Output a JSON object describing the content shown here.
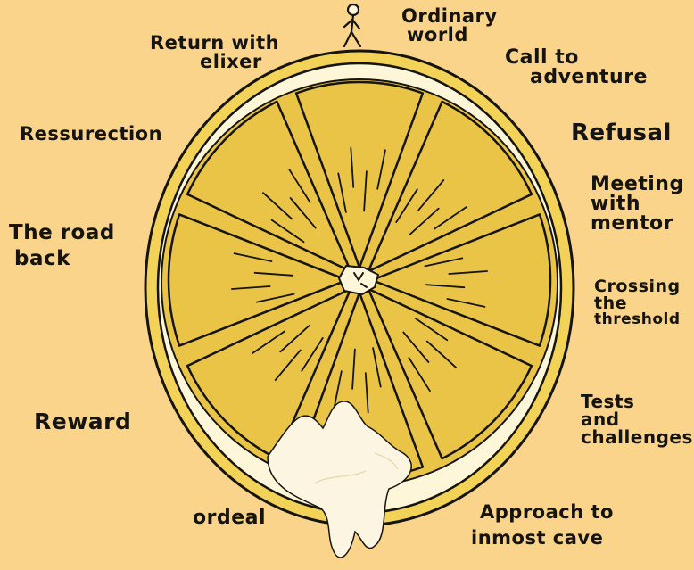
{
  "colors": {
    "background": "#f9d48a",
    "rind": "#f3d357",
    "pith": "#fdf6d8",
    "segment": "#e9c447",
    "juice": "#fbf5e2",
    "ink": "#161410"
  },
  "icons": {
    "figure": "walking-stick-figure-icon"
  },
  "stages": {
    "ordinary_world": {
      "lines": [
        "Ordinary",
        "world"
      ]
    },
    "call_to_adventure": {
      "lines": [
        "Call to",
        "adventure"
      ]
    },
    "refusal": {
      "lines": [
        "Refusal"
      ]
    },
    "meeting_mentor": {
      "lines": [
        "Meeting",
        "with",
        "mentor"
      ]
    },
    "crossing": {
      "lines": [
        "Crossing",
        "the",
        "threshold"
      ]
    },
    "tests": {
      "lines": [
        "Tests",
        "and",
        "challenges"
      ]
    },
    "approach": {
      "lines": [
        "Approach to",
        "inmost cave"
      ]
    },
    "ordeal": {
      "lines": [
        "ordeal"
      ]
    },
    "reward": {
      "lines": [
        "Reward"
      ]
    },
    "road_back": {
      "lines": [
        "The road",
        "back"
      ]
    },
    "resurrection": {
      "lines": [
        "Ressurection"
      ]
    },
    "return_elixir": {
      "lines": [
        "Return with",
        "elixer"
      ]
    }
  }
}
